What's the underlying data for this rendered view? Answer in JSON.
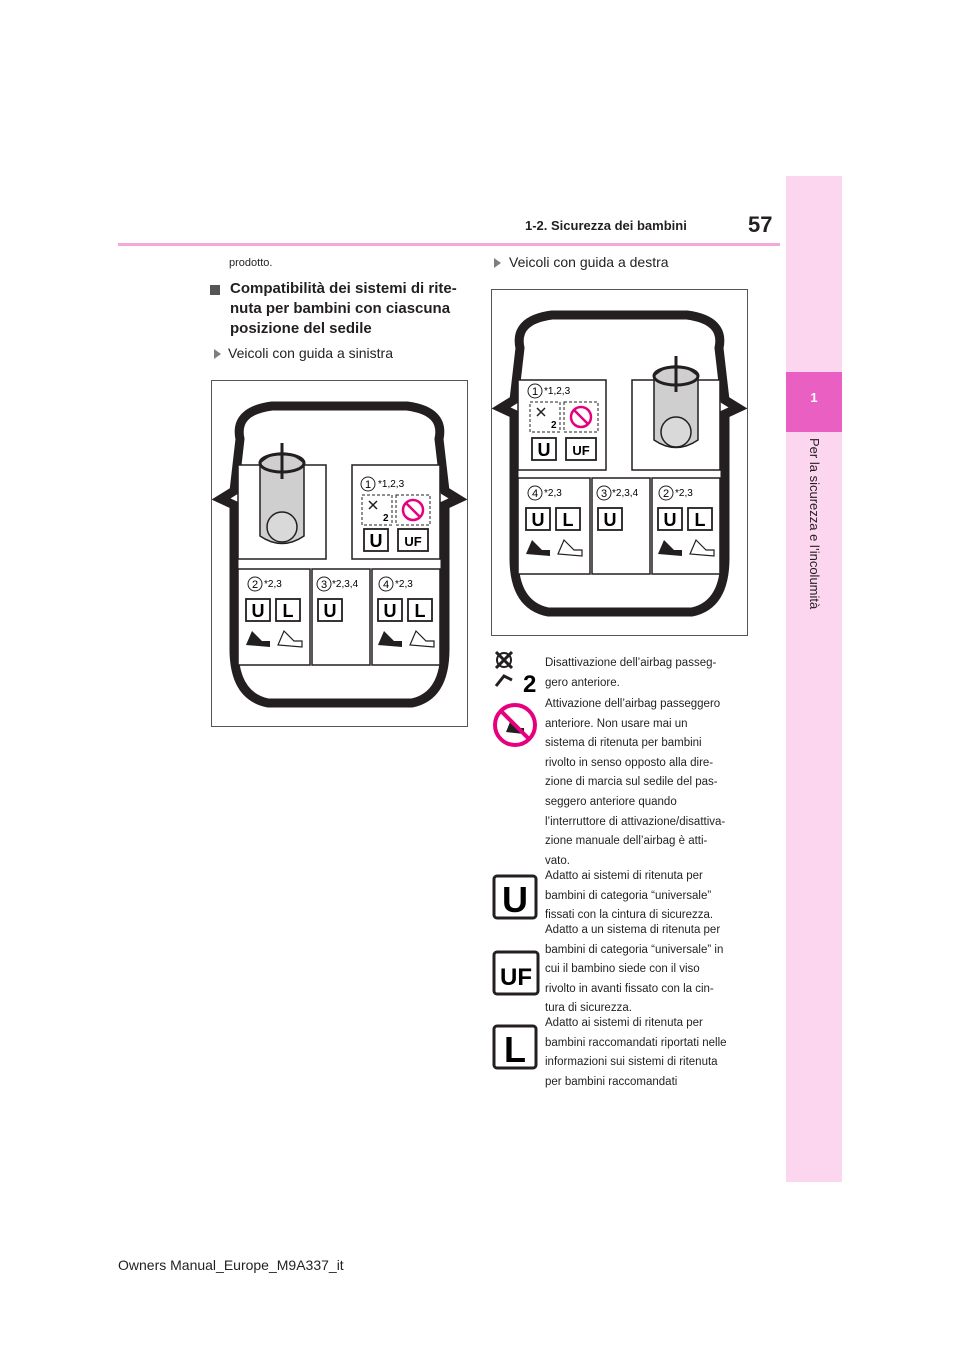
{
  "header": {
    "page_number": "57",
    "section": "1-2. Sicurezza dei bambini"
  },
  "side_tab": {
    "chapter_number": "1",
    "chapter_title": "Per la sicurezza e l’incolumità"
  },
  "left_column": {
    "intro": "prodotto.",
    "heading": "Compatibilità dei sistemi di rite-nuta per bambini con ciascuna posizione del sedile",
    "heading_lines": [
      "Compatibilità dei sistemi di rite-",
      "nuta per bambini con ciascuna",
      "posizione del sedile"
    ],
    "subheading": "Veicoli con guida a sinistra"
  },
  "right_column": {
    "subheading": "Veicoli con guida a destra"
  },
  "diagram_lhd": {
    "front_seat": {
      "number": "1",
      "note": "*1,2,3",
      "labels": [
        "2",
        "U",
        "UF"
      ]
    },
    "rear_seats": [
      {
        "number": "2",
        "note": "*2,3",
        "labels": [
          "U",
          "L"
        ]
      },
      {
        "number": "3",
        "note": "*2,3,4",
        "labels": [
          "U"
        ]
      },
      {
        "number": "4",
        "note": "*2,3",
        "labels": [
          "U",
          "L"
        ]
      }
    ]
  },
  "diagram_rhd": {
    "front_seat": {
      "number": "1",
      "note": "*1,2,3",
      "labels": [
        "2",
        "U",
        "UF"
      ]
    },
    "rear_seats": [
      {
        "number": "4",
        "note": "*2,3",
        "labels": [
          "U",
          "L"
        ]
      },
      {
        "number": "3",
        "note": "*2,3,4",
        "labels": [
          "U"
        ]
      },
      {
        "number": "2",
        "note": "*2,3",
        "labels": [
          "U",
          "L"
        ]
      }
    ]
  },
  "legend": [
    {
      "icon": "airbag-off-icon",
      "icon_text": "2",
      "lines": [
        "Disattivazione dell’airbag passeg-",
        "gero anteriore."
      ]
    },
    {
      "icon": "no-rear-facing-seat-icon",
      "lines": [
        "Attivazione dell’airbag passeggero",
        "anteriore. Non usare mai un",
        "sistema di ritenuta per bambini",
        "rivolto in senso opposto alla dire-",
        "zione di marcia sul sedile del pas-",
        "seggero anteriore quando",
        "l’interruttore di attivazione/disattiva-",
        "zione manuale dell’airbag è atti-",
        "vato."
      ]
    },
    {
      "icon": "universal-icon",
      "icon_text": "U",
      "lines": [
        "Adatto ai sistemi di ritenuta per",
        "bambini di categoria “universale”",
        "fissati con la cintura di sicurezza."
      ]
    },
    {
      "icon": "universal-forward-icon",
      "icon_text": "UF",
      "lines": [
        "Adatto a un sistema di ritenuta per",
        "bambini di categoria “universale” in",
        "cui il bambino siede con il viso",
        "rivolto in avanti fissato con la cin-",
        "tura di sicurezza."
      ]
    },
    {
      "icon": "recommended-icon",
      "icon_text": "L",
      "lines": [
        "Adatto ai sistemi di ritenuta per",
        "bambini raccomandati riportati nelle",
        "informazioni sui sistemi di ritenuta",
        "per bambini raccomandati"
      ]
    }
  ],
  "footer": "Owners Manual_Europe_M9A337_it",
  "colors": {
    "accent": "#ea5fc2",
    "tab": "#fcd6ee",
    "rule": "#f3a8d8",
    "no_sign": "#e6007e"
  }
}
